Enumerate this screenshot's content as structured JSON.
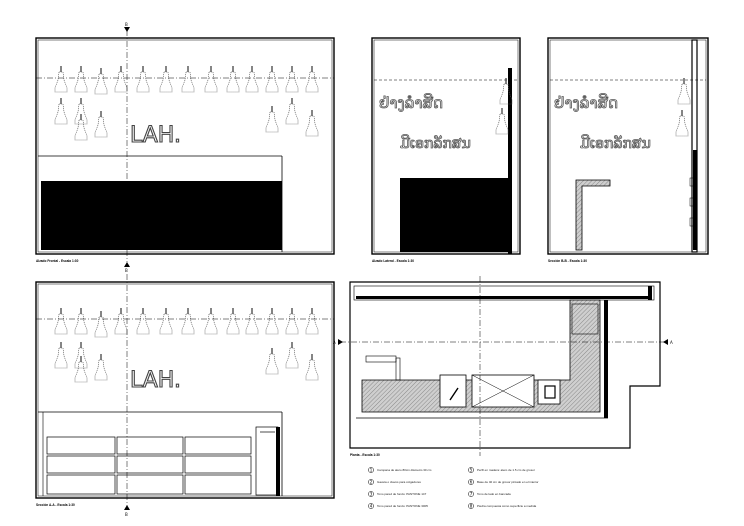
{
  "logo_text": "LAH.",
  "signage": {
    "line1": "ຢ່າງລຳສີດ",
    "line2": "ມີເອກລັກສນ"
  },
  "captions": {
    "front": "Alzado Frontal - Escala 1:30",
    "lateral": "Alzado Lateral - Escala 1:30",
    "section_bb": "Sección B-B - Escala 1:30",
    "section_aa": "Sección A-A - Escala 1:30",
    "plan": "Planta - Escala 1:30"
  },
  "markers": {
    "a": "A",
    "b": "B"
  },
  "legend": [
    {
      "num": "1",
      "text": "Campana de alero 80cm diámetro 30 cm"
    },
    {
      "num": "2",
      "text": "Gaveta o clavos para colgadores"
    },
    {
      "num": "3",
      "text": "Tono pared de fondo: PANTONE 147"
    },
    {
      "num": "4",
      "text": "Tono pared de fondo: PANTONE 3005"
    },
    {
      "num": "5",
      "text": "Perfil en madera: alero de 1.5 cm de grosor"
    },
    {
      "num": "6",
      "text": "Base de 40 cm de grosor pintado en el interior"
    },
    {
      "num": "7",
      "text": "Tono de lado en bancada"
    },
    {
      "num": "8",
      "text": "Piedra compuesta como superficie a medida"
    }
  ],
  "colors": {
    "line": "#000000",
    "lamp": "#333333",
    "hatch": "#9a9a9a",
    "fill_black": "#000000"
  }
}
